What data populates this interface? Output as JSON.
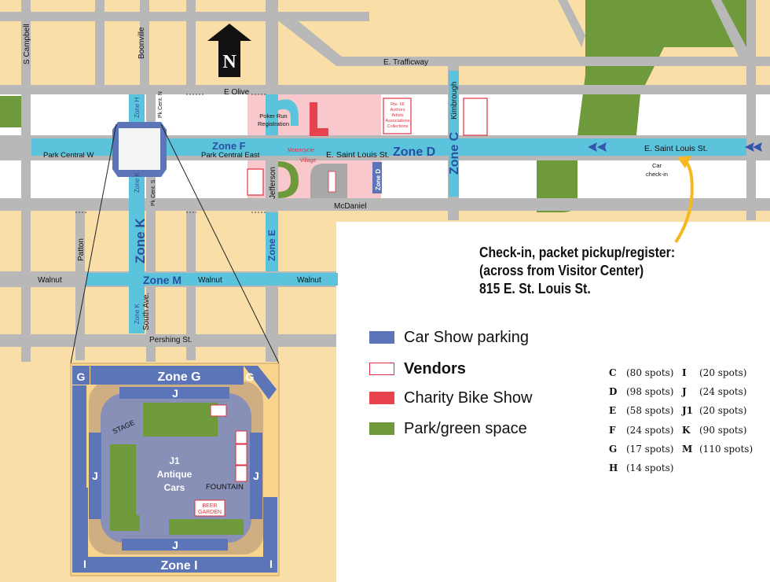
{
  "colors": {
    "background": "#fadea8",
    "street": "#b8b8b8",
    "block_white": "#ffffff",
    "zone": "#5bc4dc",
    "car_parking": "#5c74b8",
    "vendor_border": "#e03040",
    "charity_bike": "#e8424f",
    "park_green": "#6e9a3c",
    "pink_area": "#f8c8cc",
    "arrow_yellow": "#f5b820"
  },
  "compass": {
    "letter": "N"
  },
  "streets": {
    "s_campbell": "S Campbell",
    "boonville": "Boonville",
    "e_trafficway": "E. Trafficway",
    "e_olive": "E Olive",
    "park_central_w": "Park Central W",
    "park_central_east": "Park Central East",
    "e_saint_louis_st_1": "E. Saint Louis St.",
    "e_saint_louis_st_2": "E. Saint Louis St.",
    "mcdaniel": "McDaniel",
    "jefferson": "Jefferson",
    "kimbrough": "Kimbrough",
    "patton": "Patton",
    "south_ave": "South Ave.",
    "walnut_1": "Walnut",
    "walnut_2": "Walnut",
    "walnut_3": "Walnut",
    "pershing": "Pershing St.",
    "pk_cent_n": "Pk Cent. N",
    "pk_cent_s": "Pk Cent. S"
  },
  "zones": {
    "zone_h": "Zone H",
    "zone_f": "Zone F",
    "zone_d_big": "Zone D",
    "zone_c": "Zone C",
    "zone_k_small": "Zone K",
    "zone_k_big": "Zone K",
    "zone_k_south": "Zone K",
    "zone_e": "Zone E",
    "zone_m": "Zone M",
    "zone_d_small": "Zone D"
  },
  "places": {
    "poker_run": [
      "Poker Run",
      "Registration"
    ],
    "motorcycle_village": [
      "Motorcycle",
      "Village"
    ],
    "rt66_vendor": [
      "Rte. 66",
      "Authors",
      "Artists",
      "Associations",
      "Collections"
    ],
    "car_checkin": [
      "Car",
      "check-in"
    ]
  },
  "checkin": {
    "line1": "Check-in, packet pickup/register:",
    "line2": "(across from Visitor Center)",
    "line3": "815 E. St. Louis St."
  },
  "inset": {
    "zone_g": "Zone G",
    "zone_i": "Zone I",
    "g_left": "G",
    "g_right": "G",
    "j_top": "J",
    "j_left": "J",
    "j_right": "J",
    "j_bottom": "J",
    "i_left": "I",
    "i_right": "I",
    "stage": "STAGE",
    "fountain": "FOUNTAIN",
    "j1_title": [
      "J1",
      "Antique",
      "Cars"
    ],
    "beer_garden": [
      "BEER",
      "GARDEN"
    ]
  },
  "legend": {
    "car_show_parking": "Car Show parking",
    "vendors": "Vendors",
    "charity_bike_show": "Charity Bike Show",
    "park_green_space": "Park/green space"
  },
  "spots": [
    {
      "zone": "C",
      "count": "(80 spots)"
    },
    {
      "zone": "D",
      "count": "(98 spots)"
    },
    {
      "zone": "E",
      "count": "(58 spots)"
    },
    {
      "zone": "F",
      "count": "(24 spots)"
    },
    {
      "zone": "G",
      "count": "(17 spots)"
    },
    {
      "zone": "H",
      "count": "(14 spots)"
    },
    {
      "zone": "I",
      "count": "(20 spots)"
    },
    {
      "zone": "J",
      "count": "(24 spots)"
    },
    {
      "zone": "J1",
      "count": "(20 spots)"
    },
    {
      "zone": "K",
      "count": "(90 spots)"
    },
    {
      "zone": "M",
      "count": "(110 spots)"
    }
  ]
}
